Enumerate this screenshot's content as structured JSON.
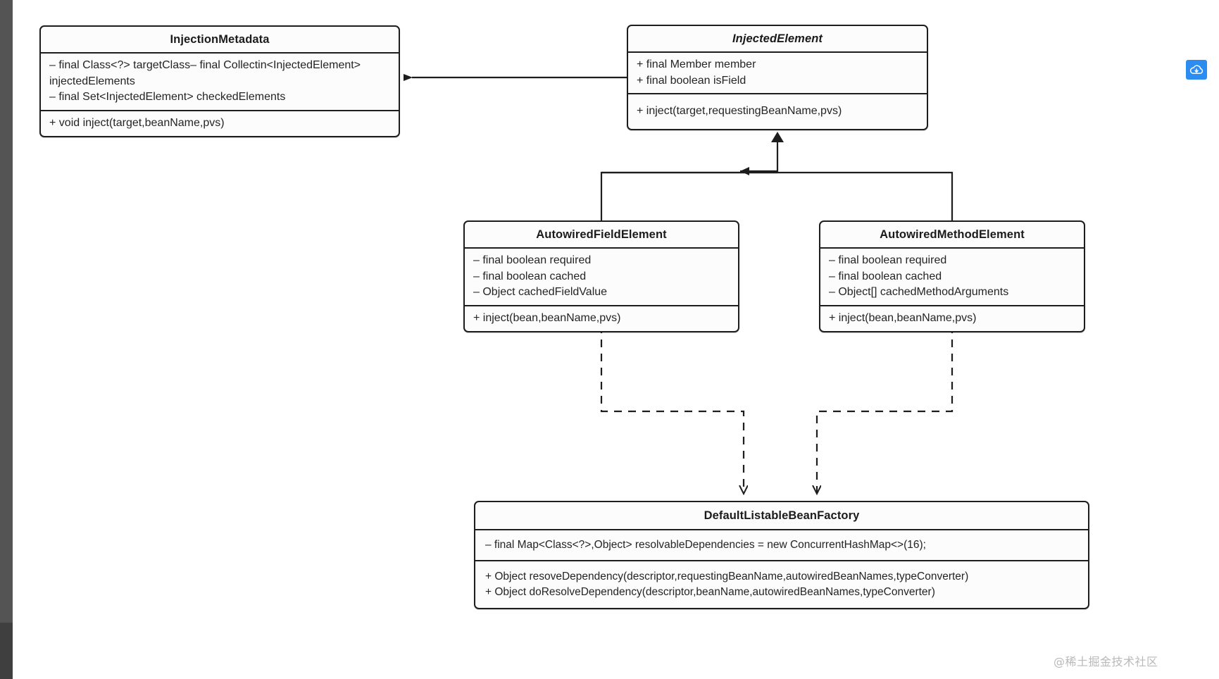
{
  "canvas": {
    "background_color": "#ffffff",
    "gutter_color": "#545454",
    "border_color": "#1d1d1d"
  },
  "toolbar": {
    "cloud_download_icon": "cloud-download-icon",
    "accent_color": "#2c8cf0"
  },
  "watermark": {
    "text": "@稀土掘金技术社区",
    "color": "#b9b9b9"
  },
  "diagram": {
    "type": "uml-class-diagram",
    "classes": [
      {
        "id": "injection-metadata",
        "name": "InjectionMetadata",
        "abstract": false,
        "attributes": [
          "– final Class<?> targetClass– final Collectin<InjectedElement> injectedElements",
          "– final Set<InjectedElement> checkedElements"
        ],
        "operations": [
          "+ void inject(target,beanName,pvs)"
        ]
      },
      {
        "id": "injected-element",
        "name": "InjectedElement",
        "abstract": true,
        "attributes": [
          "+ final Member member",
          "+ final boolean isField"
        ],
        "operations": [
          "+ inject(target,requestingBeanName,pvs)"
        ]
      },
      {
        "id": "autowired-field-element",
        "name": "AutowiredFieldElement",
        "abstract": false,
        "attributes": [
          "– final boolean required",
          "– final boolean cached",
          "– Object cachedFieldValue"
        ],
        "operations": [
          "+ inject(bean,beanName,pvs)"
        ]
      },
      {
        "id": "autowired-method-element",
        "name": "AutowiredMethodElement",
        "abstract": false,
        "attributes": [
          "– final boolean required",
          "– final boolean cached",
          "– Object[] cachedMethodArguments"
        ],
        "operations": [
          "+ inject(bean,beanName,pvs)"
        ]
      },
      {
        "id": "default-listable-bean-factory",
        "name": "DefaultListableBeanFactory",
        "abstract": false,
        "attributes": [
          "– final Map<Class<?>,Object> resolvableDependencies = new ConcurrentHashMap<>(16);"
        ],
        "operations": [
          "+ Object resoveDependency(descriptor,requestingBeanName,autowiredBeanNames,typeConverter)",
          "+ Object doResolveDependency(descriptor,beanName,autowiredBeanNames,typeConverter)"
        ]
      }
    ],
    "relations": [
      {
        "id": "rel-aggregation",
        "from": "injected-element",
        "to": "injection-metadata",
        "kind": "aggregation-solid-arrow"
      },
      {
        "id": "rel-inherit-field",
        "from": "autowired-field-element",
        "to": "injected-element",
        "kind": "generalization"
      },
      {
        "id": "rel-inherit-method",
        "from": "autowired-method-element",
        "to": "injected-element",
        "kind": "generalization"
      },
      {
        "id": "rel-dep-field",
        "from": "autowired-field-element",
        "to": "default-listable-bean-factory",
        "kind": "dependency-dashed"
      },
      {
        "id": "rel-dep-method",
        "from": "autowired-method-element",
        "to": "default-listable-bean-factory",
        "kind": "dependency-dashed"
      }
    ]
  }
}
